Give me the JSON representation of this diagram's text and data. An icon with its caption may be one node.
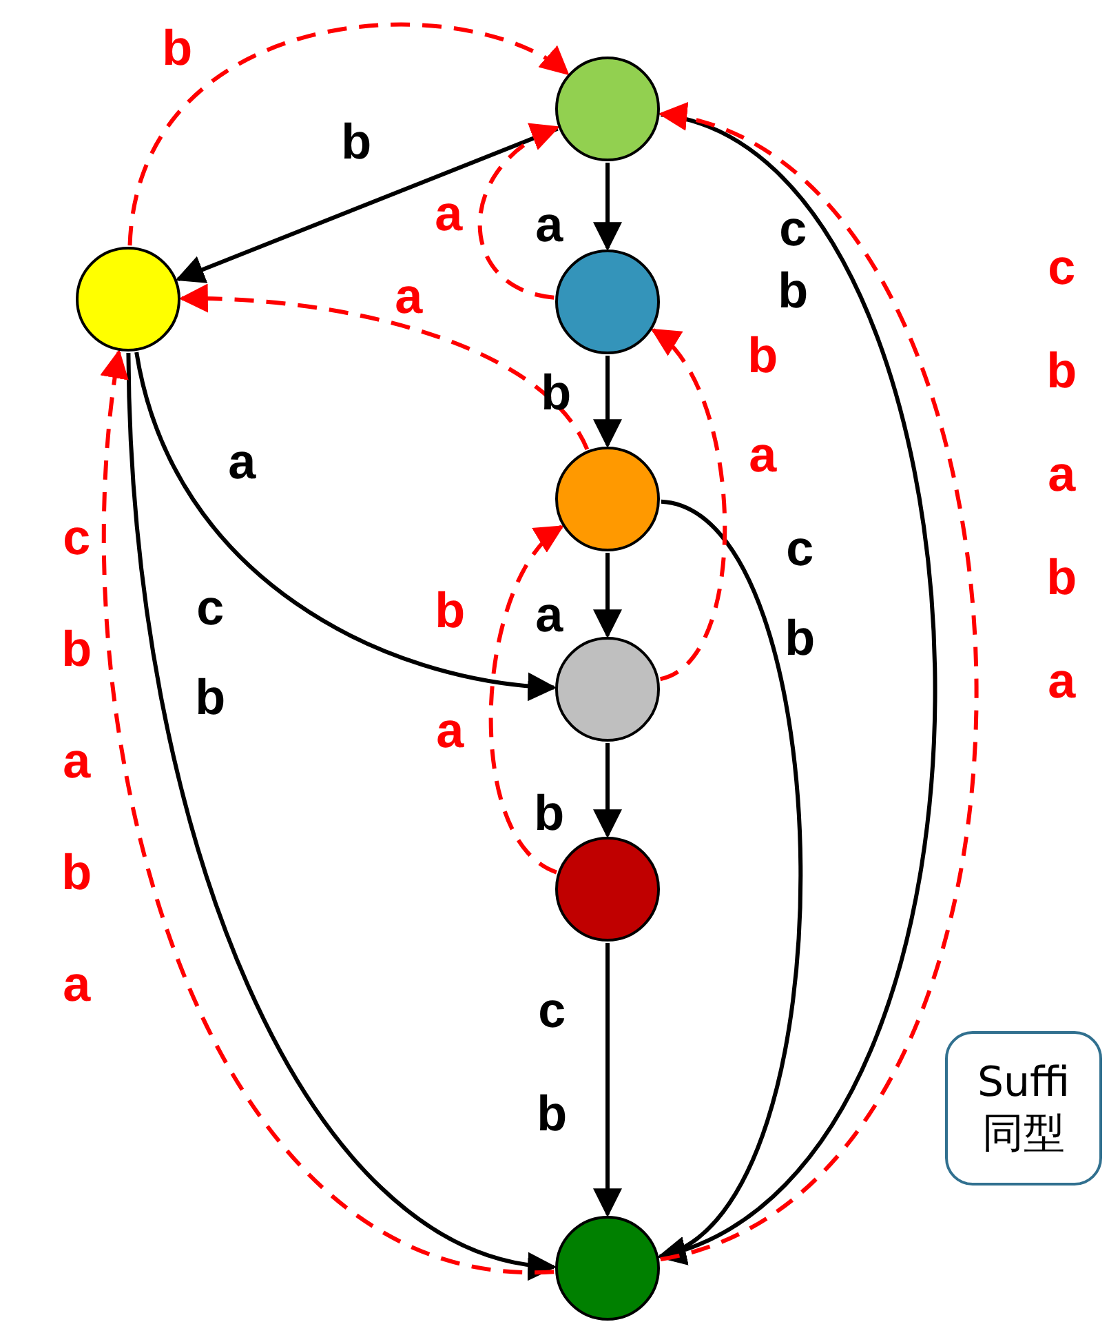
{
  "diagram": {
    "nodes": [
      {
        "text": [],
        "shape": "circle"
      },
      {
        "text": [],
        "shape": "circle"
      },
      {
        "text": [],
        "shape": "circle"
      },
      {
        "text": [],
        "shape": "circle"
      },
      {
        "text": [],
        "shape": "circle"
      },
      {
        "text": [],
        "shape": "circle"
      },
      {
        "text": [],
        "shape": "circle"
      },
      {
        "text": [
          "Suffi",
          "同型"
        ]
      }
    ],
    "edges": [
      {
        "from": 0,
        "to": 1,
        "arrow": "to",
        "label": "b"
      },
      {
        "from": 0,
        "to": 2,
        "arrow": "to",
        "label": "a"
      },
      {
        "from": 2,
        "to": 3,
        "arrow": "to",
        "label": "b"
      },
      {
        "from": 3,
        "to": 4,
        "arrow": "to",
        "label": "a"
      },
      {
        "from": 4,
        "to": 5,
        "arrow": "to",
        "label": "b"
      },
      {
        "from": 5,
        "to": 6,
        "arrow": "to",
        "label": "c b"
      },
      {
        "from": 1,
        "to": 4,
        "arrow": "to",
        "label": "a"
      },
      {
        "from": 1,
        "to": 6,
        "arrow": "to",
        "label": "c b"
      },
      {
        "from": 3,
        "to": 6,
        "arrow": "to",
        "label": "c b"
      },
      {
        "from": 0,
        "to": 6,
        "arrow": "to",
        "label": "c b"
      },
      {
        "from": 1,
        "to": 0,
        "arrow": "to",
        "label": "b",
        "style": "dashed",
        "color": "#ff0000"
      },
      {
        "from": 2,
        "to": 0,
        "arrow": "to",
        "label": "a",
        "style": "dashed",
        "color": "#ff0000"
      },
      {
        "from": 3,
        "to": 1,
        "arrow": "to",
        "label": "a",
        "style": "dashed",
        "color": "#ff0000"
      },
      {
        "from": 4,
        "to": 2,
        "arrow": "to",
        "label": "b a",
        "style": "dashed",
        "color": "#ff0000"
      },
      {
        "from": 5,
        "to": 3,
        "arrow": "to",
        "label": "b a",
        "style": "dashed",
        "color": "#ff0000"
      },
      {
        "from": 6,
        "to": 1,
        "arrow": "to",
        "label": "c b a b a",
        "style": "dashed",
        "color": "#ff0000"
      },
      {
        "from": 6,
        "to": 0,
        "arrow": "to",
        "label": "c b a b a",
        "style": "dashed",
        "color": "#ff0000"
      }
    ]
  }
}
